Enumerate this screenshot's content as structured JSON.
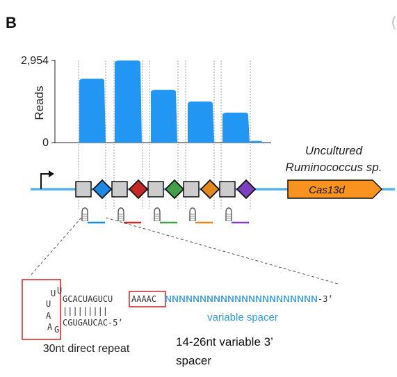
{
  "panel_label": "B",
  "edge_mark": "(",
  "chart_data": {
    "type": "bar",
    "ylabel": "Reads",
    "ylim": [
      0,
      2954
    ],
    "yticks": [
      "0",
      "2,954"
    ],
    "values": [
      2300,
      2954,
      1900,
      1480,
      1080,
      60
    ],
    "bar_color": "#2196f3"
  },
  "organism": {
    "line1": "Uncultured",
    "line2": "Ruminococcus sp."
  },
  "gene": {
    "label": "Cas13d",
    "color": "#f7931e"
  },
  "array": {
    "repeat_color": "#cccccc",
    "spacer_colors": [
      "#1e88e5",
      "#c62828",
      "#43a047",
      "#e08a1e",
      "#7b3fc0"
    ]
  },
  "colors": {
    "backbone": "#55b0ee",
    "spacer_text": "#2e9be6",
    "highlight_box": "#d32f2f"
  },
  "crrna": {
    "loop_top": "U",
    "loop_top2": "U",
    "loop_left1": "U",
    "loop_left2": "A",
    "loop_bottom1": "A",
    "loop_bottom2": "G",
    "top_strand": "GCACUAGUCU",
    "boxed_seq": "AAAAC",
    "spacer_seq": "NNNNNNNNNNNNNNNNNNNNNN",
    "three_prime": "-3’",
    "pairs": "|||||||||",
    "bottom_strand": "CGUGAUCAC-5’",
    "variable_spacer_label": "variable spacer",
    "direct_repeat_label": "30nt direct repeat",
    "variable3_line1": "14-26nt variable 3’",
    "variable3_line2": "spacer"
  }
}
